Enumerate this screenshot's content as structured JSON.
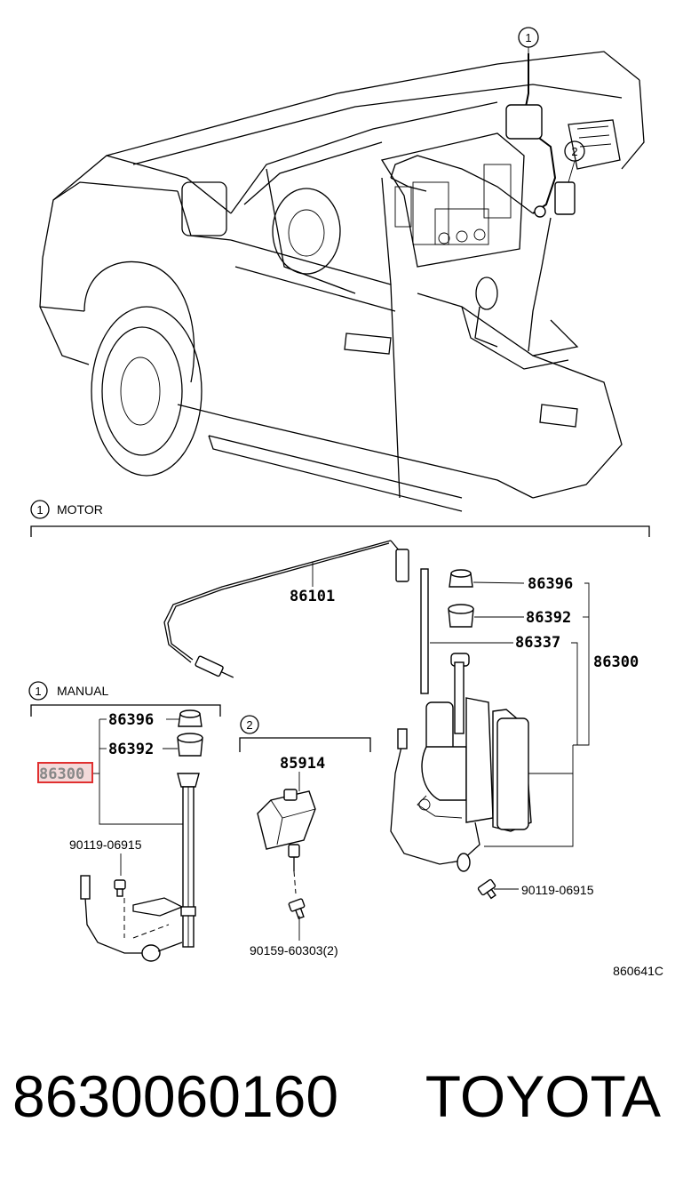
{
  "diagram": {
    "figure_code": "860641C",
    "sections": {
      "motor": {
        "number": "1",
        "label": "MOTOR"
      },
      "manual": {
        "number": "1",
        "label": "MANUAL"
      },
      "relay": {
        "number": "2"
      }
    },
    "overview_markers": [
      "1",
      "2"
    ],
    "motor_parts": {
      "cable": "86101",
      "cap": "86396",
      "nut": "86392",
      "rod": "86337",
      "assembly": "86300",
      "bolt": "90119-06915"
    },
    "manual_parts": {
      "cap": "86396",
      "nut": "86392",
      "assembly_highlighted": "86300",
      "bolt": "90119-06915"
    },
    "relay_parts": {
      "relay": "85914",
      "screw": "90159-60303(2)"
    }
  },
  "footer": {
    "part_number": "8630060160",
    "brand": "TOYOTA"
  },
  "colors": {
    "highlight_border": "#e03030",
    "highlight_fill": "#f3dada",
    "highlight_text": "#888888",
    "line": "#000000"
  }
}
